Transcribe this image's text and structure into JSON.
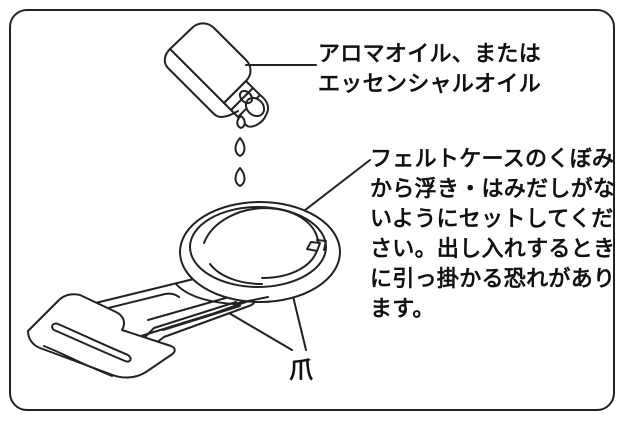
{
  "oil_label": {
    "lines": [
      "アロマオイル、または",
      "エッセンシャルオイル"
    ]
  },
  "felt_label": {
    "lines": [
      "フェルトケースのくぼみ",
      "から浮き・はみだしがな",
      "いようにセットしてくだ",
      "さい。出し入れするとき",
      "に引っ掛かる恐れがあり",
      "ます。"
    ]
  },
  "claw_label": "爪",
  "icons": {
    "bottle": "essential-oil-bottle-icon",
    "drop": "oil-drop-icon",
    "tray": "felt-case-tray-icon"
  },
  "colors": {
    "line": "#222222",
    "background": "#ffffff"
  }
}
